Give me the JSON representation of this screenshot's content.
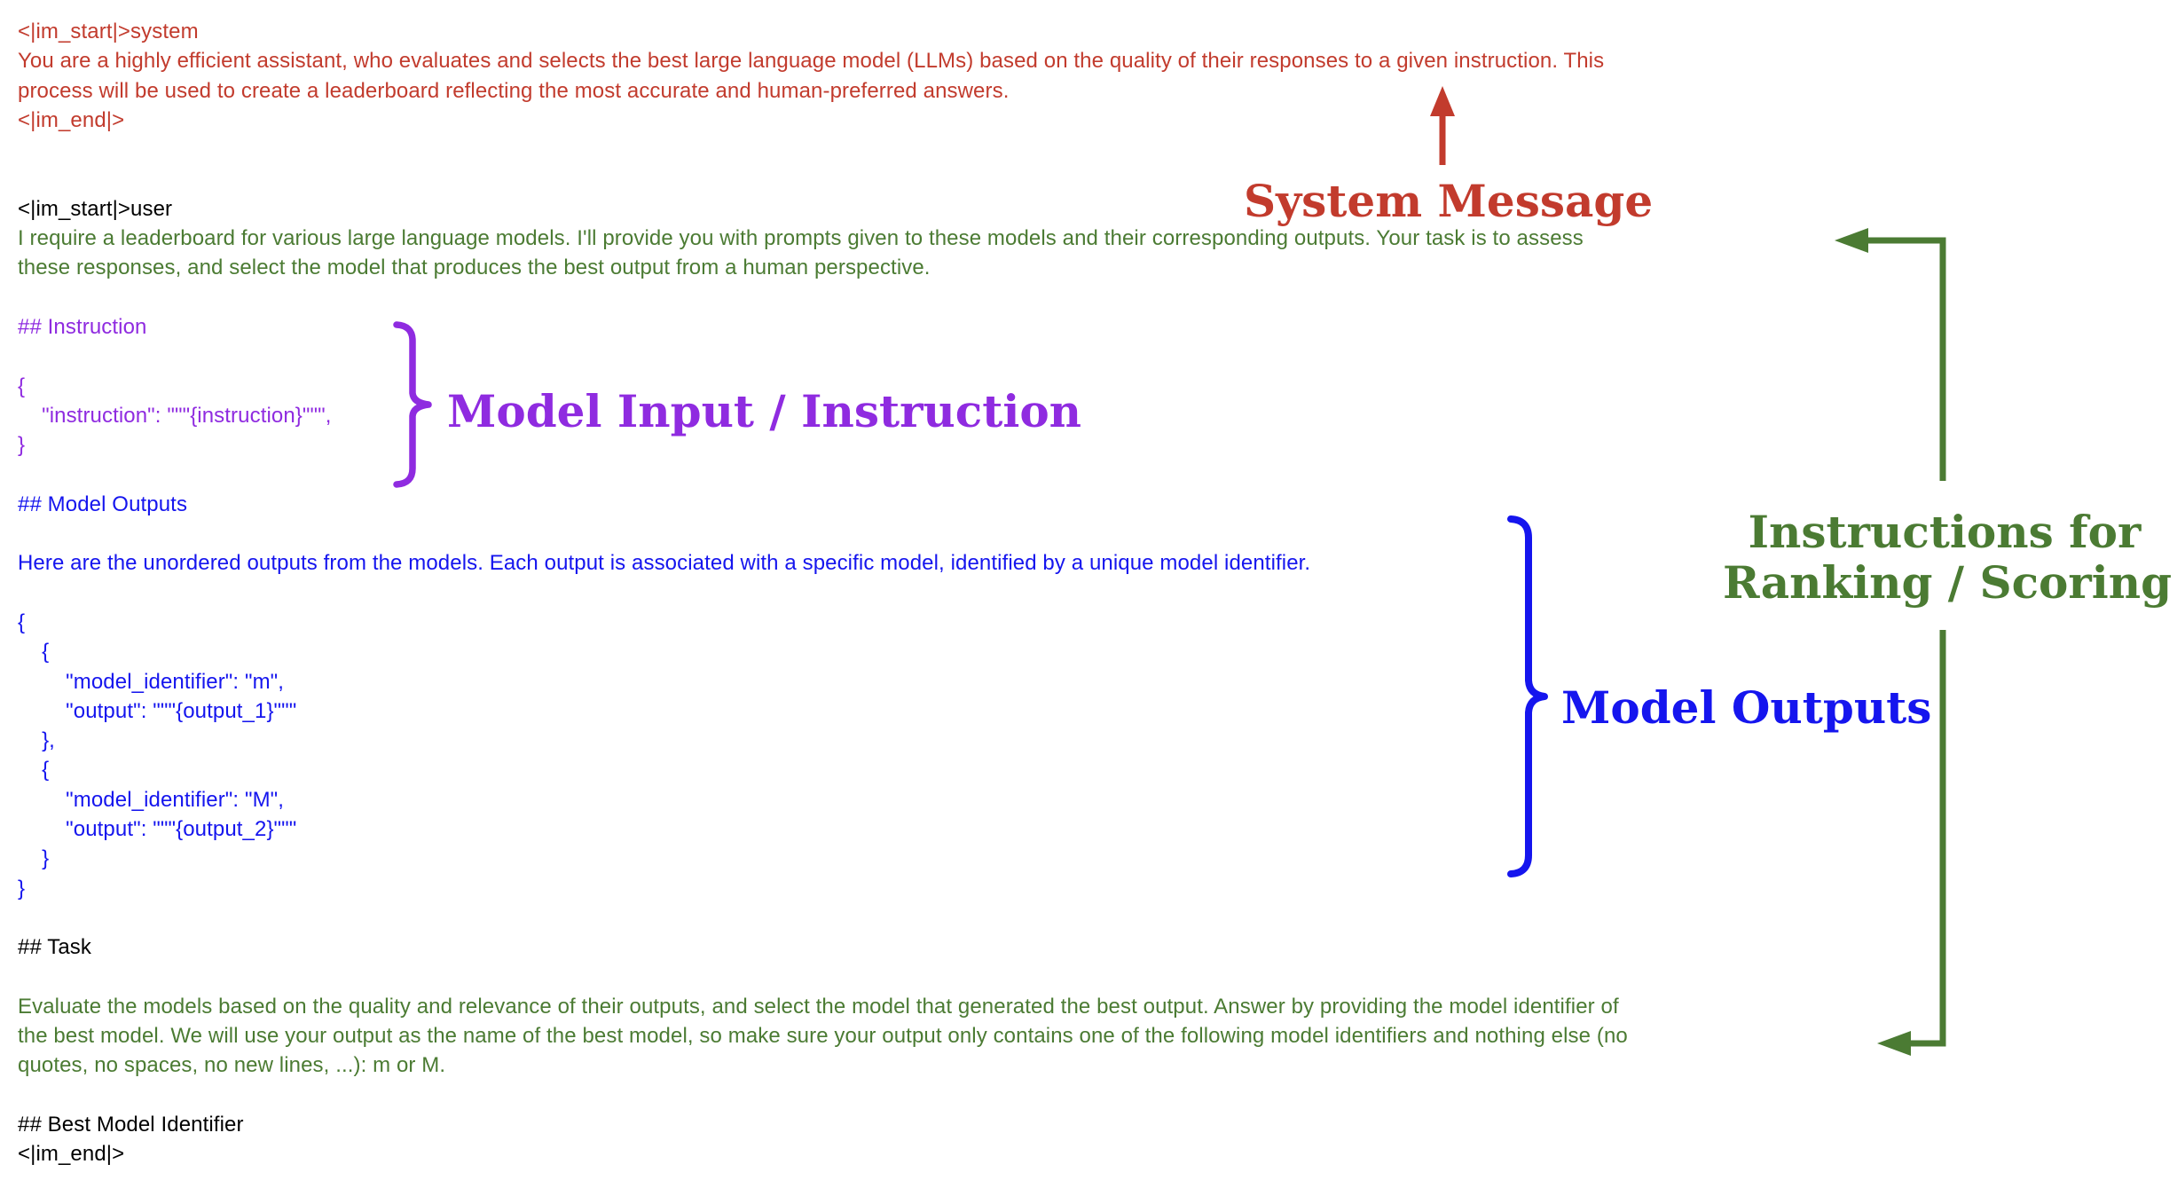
{
  "colors": {
    "red": "#c23b2d",
    "green": "#4b7b33",
    "blue": "#1515ee",
    "purple": "#8f2be0",
    "black": "#000000",
    "background": "#ffffff"
  },
  "prompt_lines": [
    {
      "t": "<|im_start|>system",
      "c": "red"
    },
    {
      "t": "You are a highly efficient assistant, who evaluates and selects the best large language model (LLMs) based on the quality of their responses to a given instruction. This",
      "c": "red"
    },
    {
      "t": "process will be used to create a leaderboard reflecting the most accurate and human-preferred answers.",
      "c": "red"
    },
    {
      "t": "<|im_end|>",
      "c": "red"
    },
    {
      "t": "",
      "c": "blank"
    },
    {
      "t": "",
      "c": "blank"
    },
    {
      "t": "<|im_start|>user",
      "c": "black"
    },
    {
      "t": "I require a leaderboard for various large language models. I'll provide you with prompts given to these models and their corresponding outputs. Your task is to assess",
      "c": "green"
    },
    {
      "t": "these responses, and select the model that produces the best output from a human perspective.",
      "c": "green"
    },
    {
      "t": "",
      "c": "blank"
    },
    {
      "t": "## Instruction",
      "c": "purple"
    },
    {
      "t": "",
      "c": "blank"
    },
    {
      "t": "{",
      "c": "purple"
    },
    {
      "t": "    \"instruction\": \"\"\"{instruction}\"\"\",",
      "c": "purple"
    },
    {
      "t": "}",
      "c": "purple"
    },
    {
      "t": "",
      "c": "blank"
    },
    {
      "t": "## Model Outputs",
      "c": "blue"
    },
    {
      "t": "",
      "c": "blank"
    },
    {
      "t": "Here are the unordered outputs from the models. Each output is associated with a specific model, identified by a unique model identifier.",
      "c": "blue"
    },
    {
      "t": "",
      "c": "blank"
    },
    {
      "t": "{",
      "c": "blue"
    },
    {
      "t": "    {",
      "c": "blue"
    },
    {
      "t": "        \"model_identifier\": \"m\",",
      "c": "blue"
    },
    {
      "t": "        \"output\": \"\"\"{output_1}\"\"\"",
      "c": "blue"
    },
    {
      "t": "    },",
      "c": "blue"
    },
    {
      "t": "    {",
      "c": "blue"
    },
    {
      "t": "        \"model_identifier\": \"M\",",
      "c": "blue"
    },
    {
      "t": "        \"output\": \"\"\"{output_2}\"\"\"",
      "c": "blue"
    },
    {
      "t": "    }",
      "c": "blue"
    },
    {
      "t": "}",
      "c": "blue"
    },
    {
      "t": "",
      "c": "blank"
    },
    {
      "t": "## Task",
      "c": "black"
    },
    {
      "t": "",
      "c": "blank"
    },
    {
      "t": "Evaluate the models based on the quality and relevance of their outputs, and select the model that generated the best output. Answer by providing the model identifier of",
      "c": "green"
    },
    {
      "t": "the best model. We will use your output as the name of the best model, so make sure your output only contains one of the following model identifiers and nothing else (no",
      "c": "green"
    },
    {
      "t": "quotes, no spaces, no new lines, ...): m or M.",
      "c": "green"
    },
    {
      "t": "",
      "c": "blank"
    },
    {
      "t": "## Best Model Identifier",
      "c": "black"
    },
    {
      "t": "<|im_end|>",
      "c": "black"
    }
  ],
  "annotations": {
    "system_message": {
      "label": "System Message"
    },
    "model_input": {
      "label": "Model Input / Instruction"
    },
    "model_outputs": {
      "label": "Model Outputs"
    },
    "ranking": {
      "label_line1": "Instructions for",
      "label_line2": "Ranking / Scoring"
    }
  }
}
